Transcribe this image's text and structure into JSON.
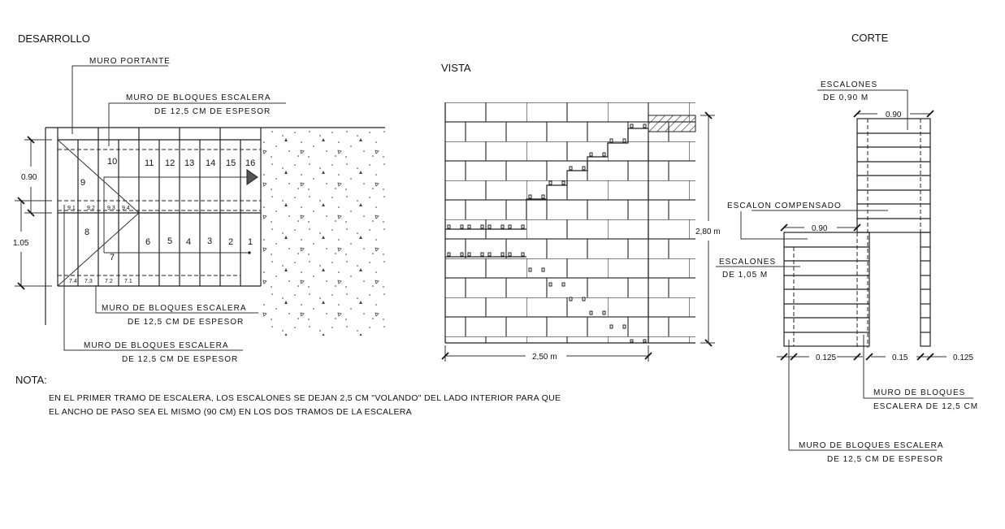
{
  "titles": {
    "desarrollo": "DESARROLLO",
    "vista": "VISTA",
    "corte": "CORTE"
  },
  "desarrollo": {
    "labels": {
      "muro_portante": "MURO PORTANTE",
      "muro_bloques_top_1": "MURO DE BLOQUES ESCALERA",
      "muro_bloques_top_2": "DE 12,5 CM DE ESPESOR",
      "muro_bloques_mid_1": "MURO DE BLOQUES ESCALERA",
      "muro_bloques_mid_2": "DE 12,5 CM DE ESPESOR",
      "muro_bloques_bot_1": "MURO DE BLOQUES ESCALERA",
      "muro_bloques_bot_2": "DE 12,5 CM DE ESPESOR"
    },
    "dimensions": {
      "upper": "0.90",
      "lower": "1.05"
    },
    "steps_upper": [
      "10",
      "11",
      "12",
      "13",
      "14",
      "15",
      "16"
    ],
    "steps_lower": [
      "6",
      "5",
      "4",
      "3",
      "2",
      "1"
    ],
    "landing": {
      "nine": "9",
      "eight": "8",
      "seven": "7"
    },
    "sub_steps_9": [
      "9.1",
      "9.2",
      "9.3",
      "9.4"
    ],
    "sub_steps_7": [
      "7.4",
      "7.3",
      "7.2",
      "7.1"
    ]
  },
  "vista": {
    "dimensions": {
      "height": "2,80 m",
      "width": "2,50 m"
    }
  },
  "corte": {
    "labels": {
      "escalones_top_1": "ESCALONES",
      "escalones_top_2": "DE 0,90 M",
      "escalon_compensado": "ESCALON COMPENSADO",
      "escalones_bot_1": "ESCALONES",
      "escalones_bot_2": "DE 1,05 M",
      "muro_bloques_right_1": "MURO DE BLOQUES",
      "muro_bloques_right_2": "ESCALERA DE 12,5 CM",
      "muro_bloques_bot_1": "MURO DE BLOQUES ESCALERA",
      "muro_bloques_bot_2": "DE 12,5 CM DE ESPESOR"
    },
    "dimensions": {
      "top_width": "0.90",
      "mid_width": "0.90",
      "wall_left": "0.125",
      "gap": "0.15",
      "wall_right": "0.125"
    }
  },
  "nota": {
    "heading": "NOTA:",
    "line1": "EN EL PRIMER TRAMO DE ESCALERA, LOS ESCALONES SE DEJAN 2,5 CM \"VOLANDO\" DEL LADO INTERIOR PARA QUE",
    "line2": "EL ANCHO DE PASO SEA EL MISMO (90 CM) EN LOS DOS TRAMOS DE LA ESCALERA"
  }
}
